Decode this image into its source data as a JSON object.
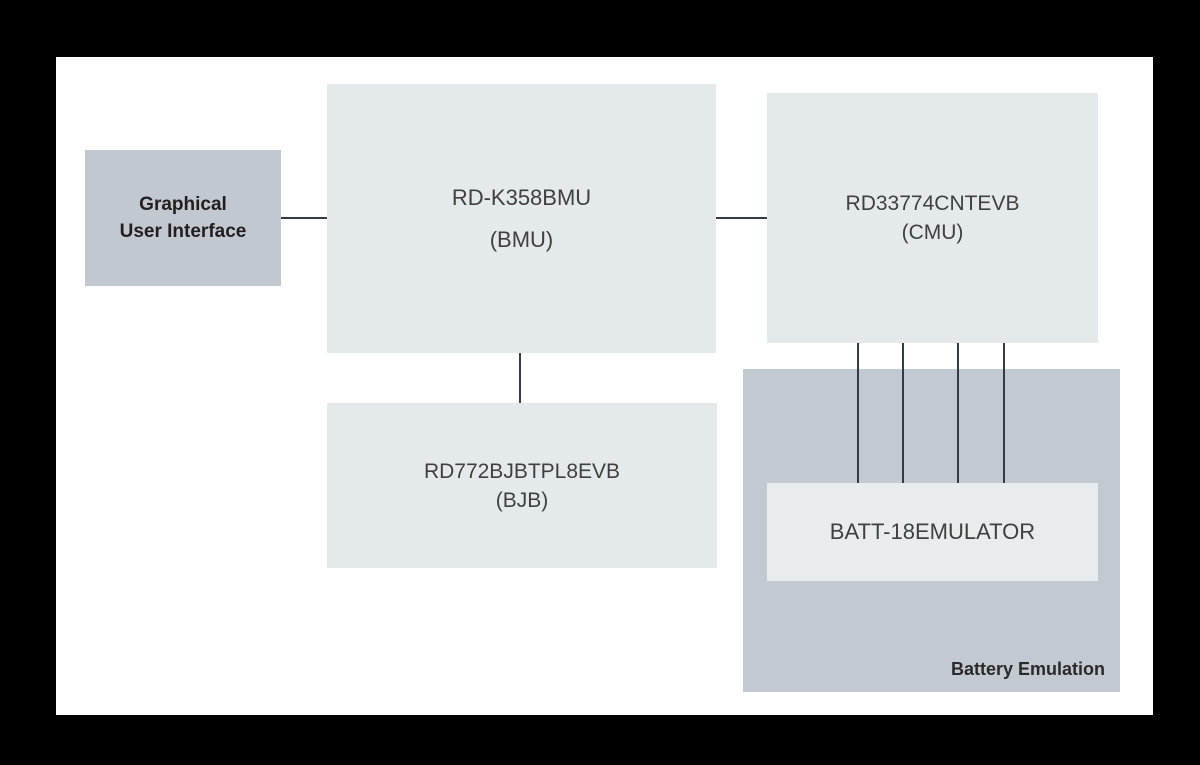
{
  "diagram": {
    "nodes": {
      "gui": {
        "line1": "Graphical",
        "line2": "User Interface"
      },
      "bmu": {
        "name": "RD-K358BMU",
        "role": "(BMU)"
      },
      "cmu": {
        "name": "RD33774CNTEVB",
        "role": "(CMU)"
      },
      "bjb": {
        "name": "RD772BJBTPL8EVB",
        "role": "(BJB)"
      },
      "battery_emulator": {
        "name": "BATT-18EMULATOR"
      }
    },
    "groups": {
      "battery_emulation": {
        "label": "Battery Emulation"
      }
    },
    "connections": {
      "gui_to_bmu": "horizontal",
      "bmu_to_cmu": "horizontal",
      "bmu_to_bjb": "vertical",
      "cmu_to_emulator_lines": 4
    },
    "colors": {
      "canvas_background": "#000000",
      "page_background": "#ffffff",
      "node_fill_light": "#e4e9ec",
      "node_fill_medium": "#c2c8cf",
      "group_fill": "#c2c9d1",
      "emulator_fill": "#e8ecee",
      "connector": "#333b45",
      "text_bold": "#231f20",
      "text_regular": "#404040"
    }
  }
}
